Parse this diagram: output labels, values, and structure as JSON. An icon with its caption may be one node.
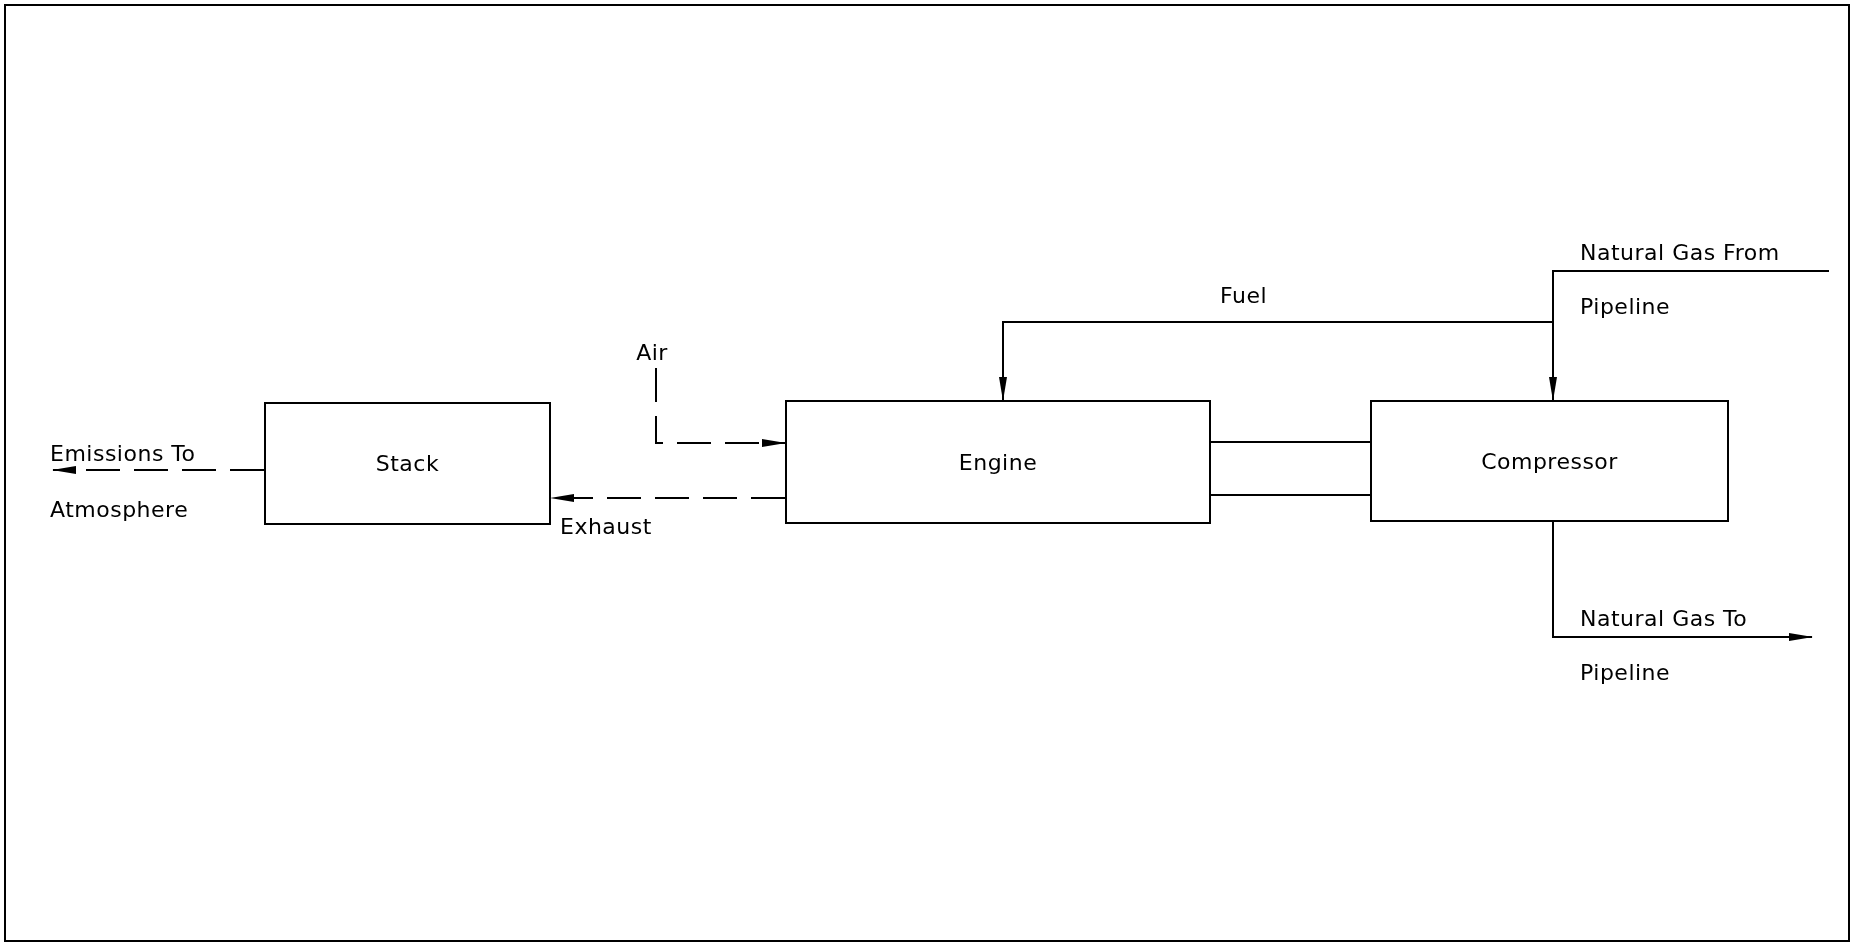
{
  "diagram": {
    "nodes": [
      {
        "text": [
          "Stack"
        ]
      },
      {
        "text": [
          "Air"
        ]
      },
      {
        "text": [
          "Engine"
        ]
      },
      {
        "text": [
          "Compressor"
        ]
      }
    ],
    "edges": [
      {
        "from": 1,
        "to": 2,
        "arrow": "to",
        "style": "dashed"
      },
      {
        "from": 2,
        "to": 0,
        "arrow": "to",
        "style": "dashed",
        "label": "Exhaust"
      },
      {
        "from": 0,
        "to": null,
        "arrow": "to",
        "style": "dashed",
        "label": "Emissions To Atmosphere"
      },
      {
        "from": null,
        "to": 3,
        "arrow": "to",
        "label": "Natural Gas From Pipeline"
      },
      {
        "from": null,
        "to": 2,
        "arrow": "to",
        "label": "Fuel"
      },
      {
        "from": 2,
        "to": 3,
        "arrow": "none"
      },
      {
        "from": 2,
        "to": 3,
        "arrow": "none"
      },
      {
        "from": 3,
        "to": null,
        "arrow": "to",
        "label": "Natural Gas To Pipeline"
      }
    ]
  }
}
